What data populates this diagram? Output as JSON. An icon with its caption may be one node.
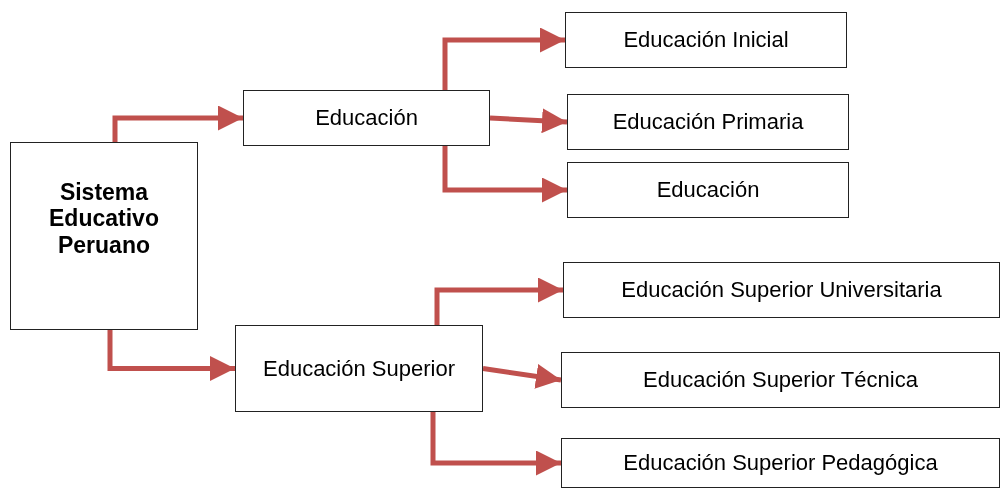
{
  "diagram": {
    "nodes": [
      {
        "text": [
          "Sistema Educativo Peruano"
        ]
      },
      {
        "text": [
          "Educación"
        ]
      },
      {
        "text": [
          "Educación Inicial"
        ]
      },
      {
        "text": [
          "Educación Primaria"
        ]
      },
      {
        "text": [
          "Educación"
        ]
      },
      {
        "text": [
          "Educación Superior"
        ]
      },
      {
        "text": [
          "Educación Superior Universitaria"
        ]
      },
      {
        "text": [
          "Educación Superior Técnica"
        ]
      },
      {
        "text": [
          "Educación Superior Pedagógica"
        ]
      }
    ],
    "edges": [
      {
        "from": 0,
        "to": 1,
        "arrow": "to"
      },
      {
        "from": 1,
        "to": 2,
        "arrow": "to"
      },
      {
        "from": 1,
        "to": 3,
        "arrow": "to"
      },
      {
        "from": 1,
        "to": 4,
        "arrow": "to"
      },
      {
        "from": 0,
        "to": 5,
        "arrow": "to"
      },
      {
        "from": 5,
        "to": 6,
        "arrow": "to"
      },
      {
        "from": 5,
        "to": 7,
        "arrow": "to"
      },
      {
        "from": 5,
        "to": 8,
        "arrow": "to"
      }
    ]
  }
}
